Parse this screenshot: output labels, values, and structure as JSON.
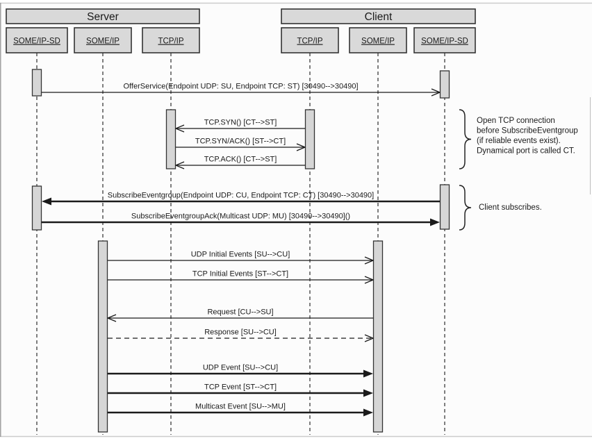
{
  "diagram": {
    "groups": [
      {
        "id": "server",
        "label": "Server"
      },
      {
        "id": "client",
        "label": "Client"
      }
    ],
    "participants": [
      {
        "id": "server-someip-sd",
        "group": "server",
        "label": "SOME/IP-SD"
      },
      {
        "id": "server-someip",
        "group": "server",
        "label": "SOME/IP"
      },
      {
        "id": "server-tcpip",
        "group": "server",
        "label": "TCP/IP"
      },
      {
        "id": "client-tcpip",
        "group": "client",
        "label": "TCP/IP"
      },
      {
        "id": "client-someip",
        "group": "client",
        "label": "SOME/IP"
      },
      {
        "id": "client-someip-sd",
        "group": "client",
        "label": "SOME/IP-SD"
      }
    ],
    "messages": [
      {
        "label": "OfferService(Endpoint UDP: SU, Endpoint TCP: ST) [30490-->30490]",
        "from": "server-someip-sd",
        "to": "client-someip-sd",
        "weight": "thin",
        "line": "solid",
        "head": "open"
      },
      {
        "label": "TCP.SYN() [CT-->ST]",
        "from": "client-tcpip",
        "to": "server-tcpip",
        "weight": "thin",
        "line": "solid",
        "head": "open"
      },
      {
        "label": "TCP.SYN/ACK() [ST-->CT]",
        "from": "server-tcpip",
        "to": "client-tcpip",
        "weight": "thin",
        "line": "solid",
        "head": "open"
      },
      {
        "label": "TCP.ACK() [CT-->ST]",
        "from": "client-tcpip",
        "to": "server-tcpip",
        "weight": "thin",
        "line": "solid",
        "head": "open"
      },
      {
        "label": "SubscribeEventgroup(Endpoint UDP: CU, Endpoint TCP: CT) [30490-->30490]",
        "from": "client-someip-sd",
        "to": "server-someip-sd",
        "weight": "thick",
        "line": "solid",
        "head": "filled"
      },
      {
        "label": "SubscribeEventgroupAck(Multicast UDP: MU) [30490-->30490]()",
        "from": "server-someip-sd",
        "to": "client-someip-sd",
        "weight": "thick",
        "line": "solid",
        "head": "filled"
      },
      {
        "label": "UDP Initial Events [SU-->CU]",
        "from": "server-someip",
        "to": "client-someip",
        "weight": "thin",
        "line": "solid",
        "head": "open"
      },
      {
        "label": "TCP Initial Events [ST-->CT]",
        "from": "server-someip",
        "to": "client-someip",
        "weight": "thin",
        "line": "solid",
        "head": "open"
      },
      {
        "label": "Request [CU-->SU]",
        "from": "client-someip",
        "to": "server-someip",
        "weight": "thin",
        "line": "solid",
        "head": "open"
      },
      {
        "label": "Response [SU-->CU]",
        "from": "server-someip",
        "to": "client-someip",
        "weight": "thin",
        "line": "dashed",
        "head": "open"
      },
      {
        "label": "UDP Event [SU-->CU]",
        "from": "server-someip",
        "to": "client-someip",
        "weight": "thick",
        "line": "solid",
        "head": "filled"
      },
      {
        "label": "TCP Event [ST-->CT]",
        "from": "server-someip",
        "to": "client-someip",
        "weight": "thick",
        "line": "solid",
        "head": "filled"
      },
      {
        "label": "Multicast Event [SU-->MU]",
        "from": "server-someip",
        "to": "client-someip",
        "weight": "thick",
        "line": "solid",
        "head": "filled"
      }
    ],
    "annotations": [
      {
        "lines": [
          "Open TCP connection",
          "before SubscribeEventgroup",
          "(if reliable events exist).",
          "Dynamical port is called CT."
        ]
      },
      {
        "lines": [
          "Client subscribes."
        ]
      }
    ],
    "colors": {
      "box_fill": "#d9d9d9",
      "box_border": "#333333",
      "line": "#1a1a1a",
      "background": "#fcfcfc",
      "frame": "#cccccc"
    }
  }
}
